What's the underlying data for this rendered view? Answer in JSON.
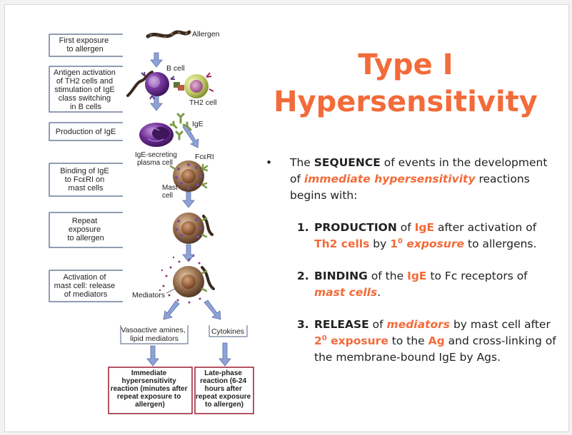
{
  "slide": {
    "title_line1": "Type I",
    "title_line2": "Hypersensitivity",
    "intro": {
      "t1": "The ",
      "t2": "SEQUENCE",
      "t3": " of events in the development of ",
      "t4": "immediate hypersensitivity",
      "t5": " reactions begins with:"
    },
    "steps": [
      {
        "num": "1.",
        "a": "PRODUCTION",
        "b": " of ",
        "c": "IgE",
        "d": " after activation of ",
        "e": "Th2 cells",
        "f": " by ",
        "g": "1",
        "g_sup": "0",
        "h": " exposure",
        "i": " to allergens."
      },
      {
        "num": "2.",
        "a": "BINDING",
        "b": " of the ",
        "c": "IgE",
        "d": " to Fc receptors of ",
        "e": "mast cells",
        "f": "."
      },
      {
        "num": "3.",
        "a": "RELEASE",
        "b": " of ",
        "c": "mediators",
        "d": " by mast cell after ",
        "e": "2",
        "e_sup": "0",
        "f": " exposure",
        "g": " to the ",
        "h": "Ag",
        "i": " and cross-linking of the membrane-bound IgE by Ags."
      }
    ]
  },
  "diagram": {
    "steps": [
      {
        "lines": [
          "First exposure",
          "to allergen"
        ]
      },
      {
        "lines": [
          "Antigen activation",
          "of TH2 cells and",
          "stimulation of IgE",
          "class switching",
          "in B cells"
        ]
      },
      {
        "lines": [
          "Production of IgE"
        ]
      },
      {
        "lines": [
          "Binding of IgE",
          "to FcεRI on",
          "mast cells"
        ]
      },
      {
        "lines": [
          "Repeat",
          "exposure",
          "to allergen"
        ]
      },
      {
        "lines": [
          "Activation of",
          "mast cell: release",
          "of mediators"
        ]
      }
    ],
    "labels": {
      "allergen": "Allergen",
      "b_cell": "B cell",
      "th2_cell": "TH2 cell",
      "ige": "IgE",
      "plasma_line1": "IgE-secreting",
      "plasma_line2": "plasma cell",
      "fceri": "FcεRI",
      "mast_line1": "Mast",
      "mast_line2": "cell",
      "mediators": "Mediators",
      "vasoactive_line1": "Vasoactive amines,",
      "vasoactive_line2": "lipid mediators",
      "cytokines": "Cytokines"
    },
    "outcomes": [
      {
        "lines": [
          "Immediate",
          "hypersensitivity",
          "reaction (minutes after",
          "repeat exposure to",
          "allergen)"
        ]
      },
      {
        "lines": [
          "Late-phase",
          "reaction (6-24",
          "hours after",
          "repeat exposure",
          "to allergen)"
        ]
      }
    ],
    "colors": {
      "arrow": "#8da2d6",
      "arrow_outline": "#5d6fa6",
      "b_cell": "#6a2a8f",
      "th2_cell": "#b8c35a",
      "mast_cell": "#7b5a3f",
      "granule": "#7b4aa0",
      "outcome_border": "#9b1b30",
      "title": "#f26b3a"
    }
  }
}
